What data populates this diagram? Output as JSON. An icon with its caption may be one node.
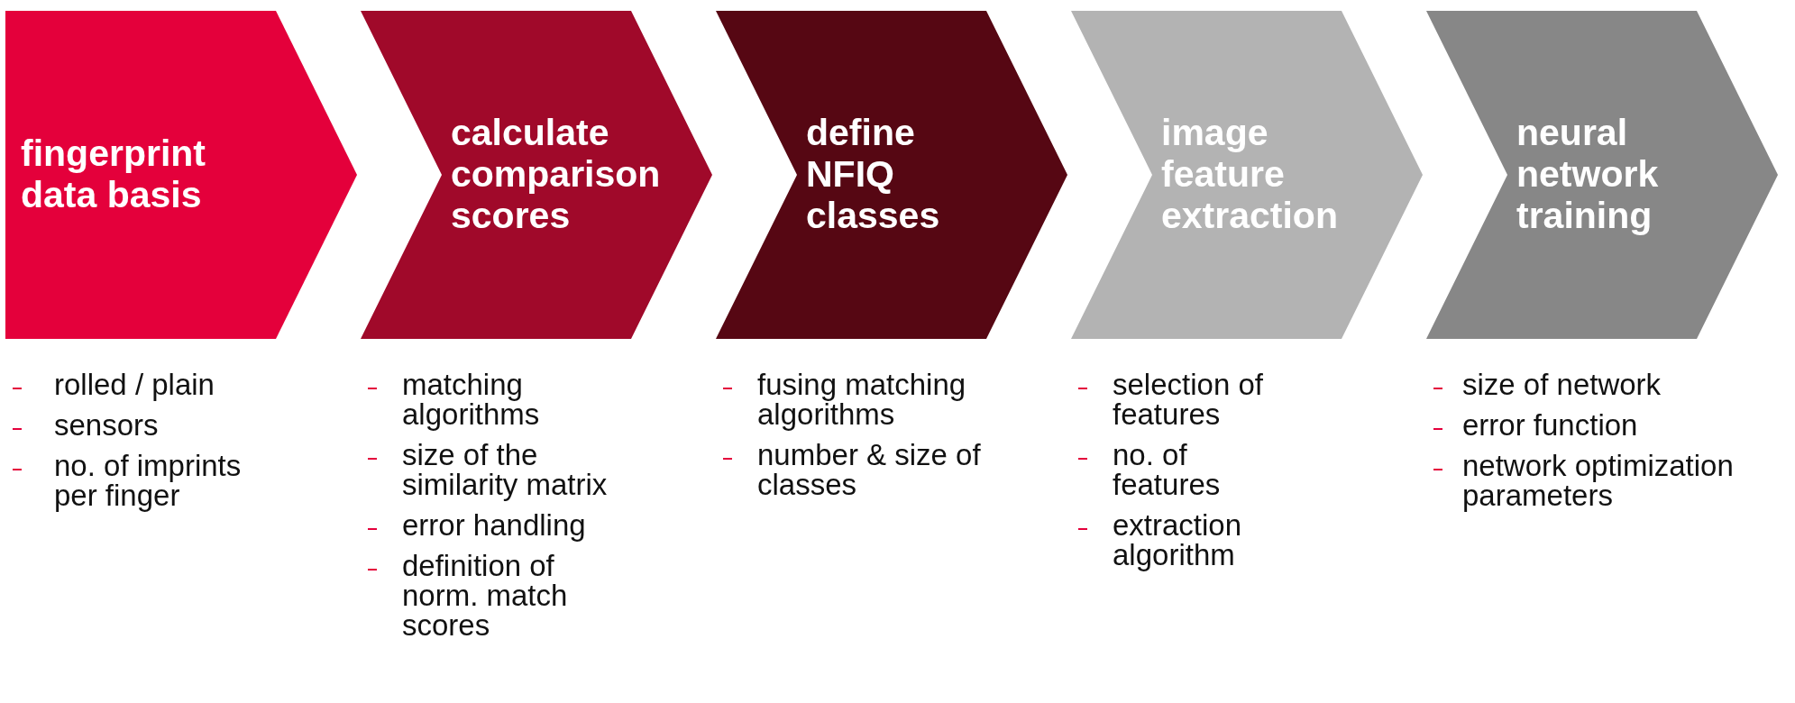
{
  "diagram": {
    "nodes": [
      {
        "text": [
          "fingerprint data basis"
        ],
        "beside": [
          "rolled / plain",
          "sensors",
          "no. of imprints per finger"
        ]
      },
      {
        "text": [
          "calculate comparison scores"
        ],
        "beside": [
          "matching algorithms",
          "size of the similarity matrix",
          "error handling",
          "definition of norm. match scores"
        ]
      },
      {
        "text": [
          "define NFIQ classes"
        ],
        "beside": [
          "fusing matching algorithms",
          "number & size of classes"
        ]
      },
      {
        "text": [
          "image feature extraction"
        ],
        "beside": [
          "selection of features",
          "no. of features",
          "extraction algorithm"
        ]
      },
      {
        "text": [
          "neural network training"
        ],
        "beside": [
          "size of network",
          "error function",
          "network optimization parameters"
        ]
      }
    ]
  }
}
